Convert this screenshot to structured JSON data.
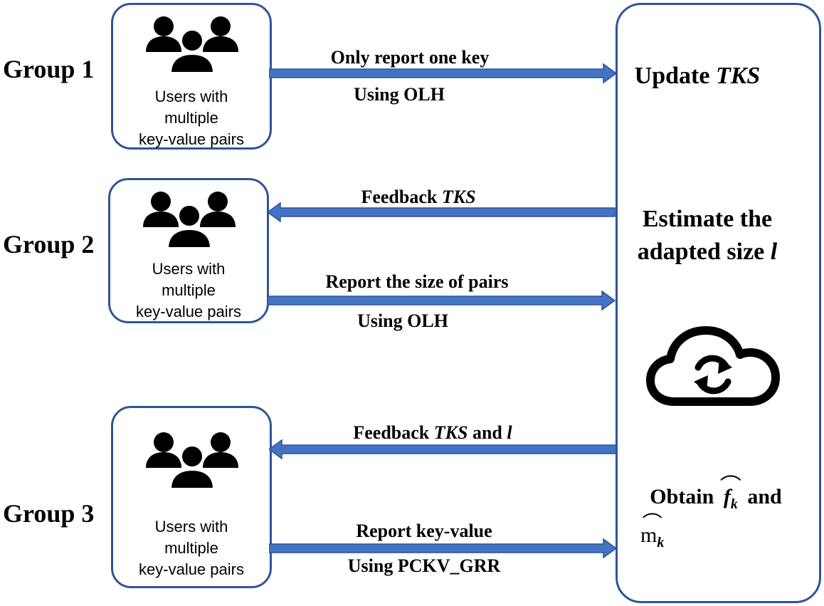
{
  "groups": [
    {
      "label": "Group 1",
      "box_lines": [
        "Users with",
        "multiple",
        "key-value pairs"
      ],
      "arrows": [
        {
          "direction": "right",
          "label_above": "Only report one key",
          "label_below": "Using OLH"
        }
      ]
    },
    {
      "label": "Group 2",
      "box_lines": [
        "Users with",
        "multiple",
        "key-value pairs"
      ],
      "arrows": [
        {
          "direction": "left",
          "label_above_plain": "Feedback ",
          "label_above_italic": "TKS"
        },
        {
          "direction": "right",
          "label_above": "Report the size of pairs",
          "label_below": "Using OLH"
        }
      ]
    },
    {
      "label": "Group 3",
      "box_lines": [
        "Users with",
        "multiple",
        "key-value pairs"
      ],
      "arrows": [
        {
          "direction": "left",
          "label_above_plain": "Feedback ",
          "label_above_italic": "TKS",
          "label_above_plain2": " and ",
          "label_above_italic2": "l"
        },
        {
          "direction": "right",
          "label_above": "Report key-value",
          "label_below": "Using PCKV_GRR"
        }
      ]
    }
  ],
  "server": {
    "update_plain": "Update ",
    "update_italic": "TKS",
    "estimate_line1": "Estimate the",
    "estimate_line2_plain": "adapted size ",
    "estimate_line2_italic": "l",
    "obtain_plain": "Obtain ",
    "obtain_f": "f",
    "obtain_sub": "k",
    "obtain_and": " and",
    "obtain_m": "m",
    "obtain_m_sub": "k",
    "icon": "cloud-sync-icon"
  },
  "colors": {
    "border": "#2f5597",
    "arrow": "#4472c4",
    "arrow_edge": "#2f5597",
    "icon": "#000000"
  }
}
